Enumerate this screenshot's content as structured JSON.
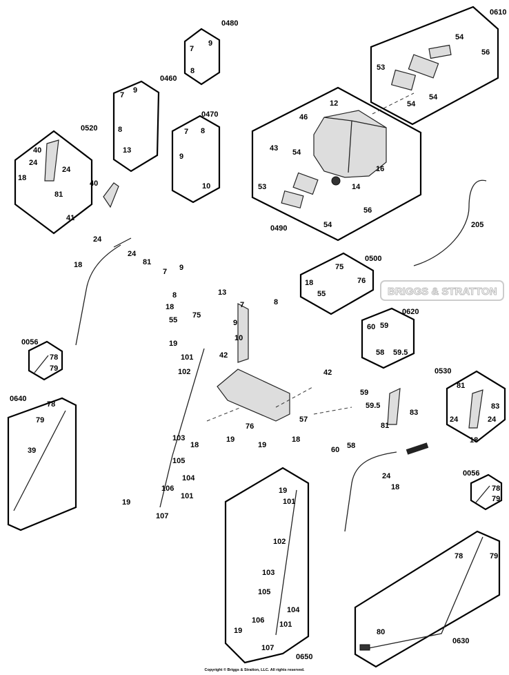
{
  "diagram": {
    "watermark": "BRIGGS & STRATTON",
    "copyright": "Copyright © Briggs & Stratton, LLC. All rights reserved.",
    "callouts": [
      "0480",
      "9",
      "7",
      "8",
      "0460",
      "7",
      "9",
      "8",
      "13",
      "0470",
      "7",
      "8",
      "9",
      "10",
      "0520",
      "40",
      "24",
      "24",
      "18",
      "81",
      "0610",
      "54",
      "56",
      "53",
      "54",
      "54",
      "12",
      "46",
      "43",
      "54",
      "16",
      "53",
      "14",
      "56",
      "54",
      "0490",
      "205",
      "40",
      "41",
      "24",
      "24",
      "18",
      "81",
      "0500",
      "75",
      "18",
      "76",
      "55",
      "9",
      "7",
      "13",
      "8",
      "18",
      "75",
      "55",
      "19",
      "101",
      "102",
      "42",
      "7",
      "8",
      "9",
      "10",
      "42",
      "57",
      "76",
      "19",
      "18",
      "18",
      "19",
      "103",
      "105",
      "104",
      "106",
      "101",
      "19",
      "107",
      "0620",
      "60",
      "59",
      "58",
      "59.5",
      "0056",
      "78",
      "79",
      "0640",
      "78",
      "79",
      "39",
      "59",
      "59.5",
      "83",
      "81",
      "60",
      "58",
      "24",
      "18",
      "0530",
      "81",
      "83",
      "24",
      "24",
      "18",
      "0056",
      "78",
      "79",
      "19",
      "101",
      "102",
      "103",
      "105",
      "104",
      "106",
      "101",
      "19",
      "107",
      "0650",
      "78",
      "79",
      "80",
      "0630"
    ]
  }
}
